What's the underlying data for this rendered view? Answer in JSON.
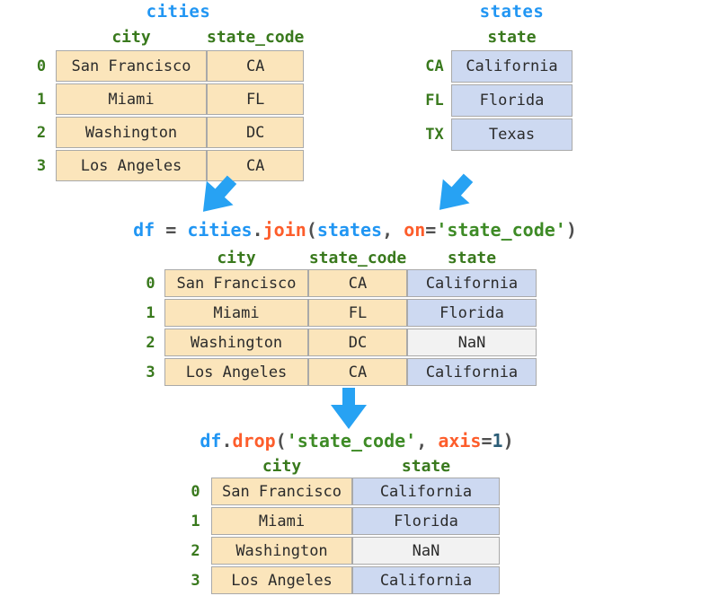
{
  "colors": {
    "blue": "#2196f3",
    "arrow": "#27a2f3",
    "green": "#39791d",
    "greenstring": "#3e8b26",
    "orange": "#fd5d2b",
    "punct": "#4f4f4f",
    "number": "#2b5d77",
    "wheat": "#fbe5bb",
    "lavender": "#cdd9f1",
    "nangray": "#f2f2f2",
    "border": "#a9a9a9",
    "text": "#2b2b2b"
  },
  "tables": {
    "cities": {
      "title": "cities",
      "columns": [
        "city",
        "state_code"
      ],
      "index": [
        "0",
        "1",
        "2",
        "3"
      ],
      "rows": [
        [
          "San Francisco",
          "CA"
        ],
        [
          "Miami",
          "FL"
        ],
        [
          "Washington",
          "DC"
        ],
        [
          "Los Angeles",
          "CA"
        ]
      ],
      "col_colors": [
        "wheat",
        "wheat"
      ],
      "special_cells": []
    },
    "states": {
      "title": "states",
      "columns": [
        "state"
      ],
      "index": [
        "CA",
        "FL",
        "TX"
      ],
      "rows": [
        [
          "California"
        ],
        [
          "Florida"
        ],
        [
          "Texas"
        ]
      ],
      "col_colors": [
        "blue"
      ],
      "special_cells": []
    },
    "joined": {
      "columns": [
        "city",
        "state_code",
        "state"
      ],
      "index": [
        "0",
        "1",
        "2",
        "3"
      ],
      "rows": [
        [
          "San Francisco",
          "CA",
          "California"
        ],
        [
          "Miami",
          "FL",
          "Florida"
        ],
        [
          "Washington",
          "DC",
          "NaN"
        ],
        [
          "Los Angeles",
          "CA",
          "California"
        ]
      ],
      "col_colors": [
        "wheat",
        "wheat",
        "blue"
      ],
      "special_cells": [
        {
          "row": 2,
          "col": 2,
          "color": "gray"
        }
      ]
    },
    "dropped": {
      "columns": [
        "city",
        "state"
      ],
      "index": [
        "0",
        "1",
        "2",
        "3"
      ],
      "rows": [
        [
          "San Francisco",
          "California"
        ],
        [
          "Miami",
          "Florida"
        ],
        [
          "Washington",
          "NaN"
        ],
        [
          "Los Angeles",
          "California"
        ]
      ],
      "col_colors": [
        "wheat",
        "blue"
      ],
      "special_cells": [
        {
          "row": 2,
          "col": 1,
          "color": "gray"
        }
      ]
    }
  },
  "code": {
    "join_line": [
      {
        "t": "df",
        "c": "blue"
      },
      {
        "t": " = ",
        "c": "punct"
      },
      {
        "t": "cities",
        "c": "blue"
      },
      {
        "t": ".",
        "c": "punct"
      },
      {
        "t": "join",
        "c": "orange"
      },
      {
        "t": "(",
        "c": "punct"
      },
      {
        "t": "states",
        "c": "blue"
      },
      {
        "t": ", ",
        "c": "punct"
      },
      {
        "t": "on",
        "c": "orange"
      },
      {
        "t": "=",
        "c": "punct"
      },
      {
        "t": "'state_code'",
        "c": "green"
      },
      {
        "t": ")",
        "c": "punct"
      }
    ],
    "drop_line": [
      {
        "t": "df",
        "c": "blue"
      },
      {
        "t": ".",
        "c": "punct"
      },
      {
        "t": "drop",
        "c": "orange"
      },
      {
        "t": "(",
        "c": "punct"
      },
      {
        "t": "'state_code'",
        "c": "green"
      },
      {
        "t": ", ",
        "c": "punct"
      },
      {
        "t": "axis",
        "c": "orange"
      },
      {
        "t": "=",
        "c": "punct"
      },
      {
        "t": "1",
        "c": "number"
      },
      {
        "t": ")",
        "c": "punct"
      }
    ]
  },
  "icons": {
    "arrow_left": "arrow-down-left",
    "arrow_right": "arrow-down-left",
    "arrow_middle": "arrow-down"
  }
}
